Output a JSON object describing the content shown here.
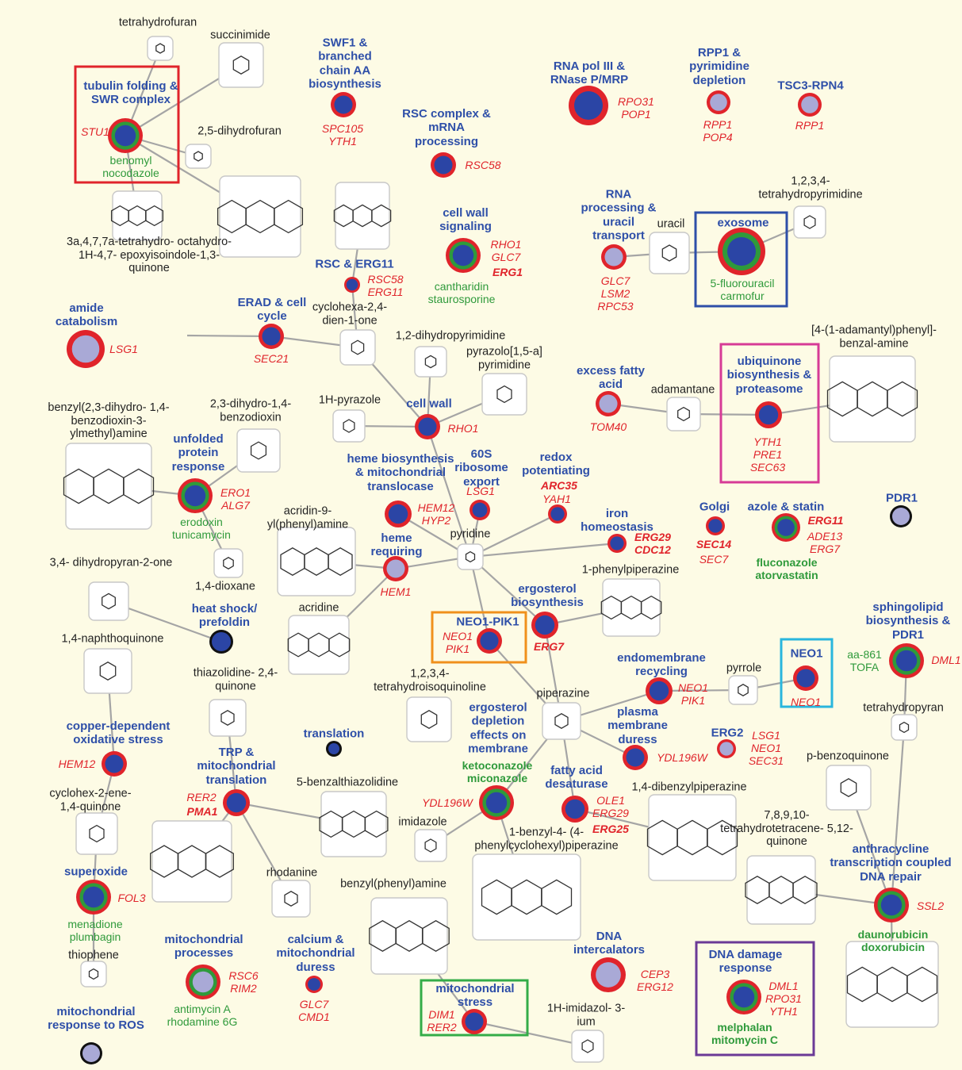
{
  "texts": {
    "p_tubulin": "tubulin folding & SWR complex",
    "p_swf1": "SWF1 & branched chain AA biosynthesis",
    "p_rnapol": "RNA pol III & RNase P/MRP",
    "p_rpp1": "RPP1 & pyrimidine depletion",
    "p_tsc3": "TSC3-RPN4",
    "p_rsc": "RSC complex & mRNA processing",
    "p_cellwallsig": "cell wall signaling",
    "p_rnaproc": "RNA processing & uracil transport",
    "p_exosome": "exosome",
    "p_amide": "amide catabolism",
    "p_erad": "ERAD & cell cycle",
    "p_rscerg": "RSC & ERG11",
    "p_ubiq": "ubiquinone biosynthesis & proteasome",
    "p_excess": "excess fatty acid",
    "p_cellwall": "cell wall",
    "p_unfolded": "unfolded protein response",
    "p_heme": "heme biosynthesis & mitochondrial translocase",
    "p_60s": "60S ribosome export",
    "p_redox": "redox potentiating",
    "p_iron": "iron homeostasis",
    "p_golgi": "Golgi",
    "p_azole": "azole & statin",
    "p_pdr1": "PDR1",
    "p_hemereq": "heme requiring",
    "p_heatshock": "heat shock/ prefoldin",
    "p_neopik": "NEO1-PIK1",
    "p_ergbio": "ergosterol biosynthesis",
    "p_sphingo": "sphingolipid biosynthesis & PDR1",
    "p_endo": "endomembrane recycling",
    "p_neo1": "NEO1",
    "p_copper": "copper-dependent oxidative stress",
    "p_translation": "translation",
    "p_ergdep": "ergosterol depletion effects on membrane",
    "p_plasma": "plasma membrane duress",
    "p_erg2": "ERG2",
    "p_trp": "TRP & mitochondrial translation",
    "p_fatty": "fatty acid desaturase",
    "p_anthra": "anthracycline transcription coupled DNA repair",
    "p_superoxide": "superoxide",
    "p_mitoproc": "mitochondrial processes",
    "p_calcium": "calcium & mitochondrial duress",
    "p_dna": "DNA intercalators",
    "p_dnadamage": "DNA damage response",
    "p_mitostress": "mitochondrial stress",
    "p_mitoros": "mitochondrial response to ROS",
    "c_thf": "tetrahydrofuran",
    "c_succ": "succinimide",
    "c_dhf": "2,5-dihydrofuran",
    "c_epoxy": "3a,4,7,7a-tetrahydro- octahydro-1H-4,7- epoxyisoindole-1,3-quinone",
    "c_uracil": "uracil",
    "c_thp": "1,2,3,4- tetrahydropyrimidine",
    "c_cyclohexa": "cyclohexa-2,4- dien-1-one",
    "c_dhpyrimidine": "1,2-dihydropyrimidine",
    "c_pyrazolo": "pyrazolo[1,5-a] pyrimidine",
    "c_adamantylphenyl": "[4-(1-adamantyl)phenyl]- benzal-amine",
    "c_adamantane": "adamantane",
    "c_benzyldioxin": "benzyl(2,3-dihydro- 1,4-benzodioxin-3- ylmethyl)amine",
    "c_dihydrobenzodioxin": "2,3-dihydro-1,4- benzodioxin",
    "c_pyrazole": "1H-pyrazole",
    "c_acridinyl": "acridin-9- yl(phenyl)amine",
    "c_pyridine": "pyridine",
    "c_dihydropyranone": "3,4- dihydropyran-2-one",
    "c_dioxane": "1,4-dioxane",
    "c_phenylpiperazine": "1-phenylpiperazine",
    "c_acridine": "acridine",
    "c_naphtho": "1,4-naphthoquinone",
    "c_thiazolidine": "thiazolidine- 2,4-quinone",
    "c_thiq": "1,2,3,4- tetrahydroisoquinoline",
    "c_piperazine": "piperazine",
    "c_pyrrole": "pyrrole",
    "c_tetrahydropyran": "tetrahydropyran",
    "c_cyclohexene": "cyclohex-2-ene- 1,4-quinone",
    "c_benzalthia": "5-benzalthiazolidine",
    "c_pbenzo": "p-benzoquinone",
    "c_dibenzylpip": "1,4-dibenzylpiperazine",
    "c_imidazole": "imidazole",
    "c_benzylcyclohexyl": "1-benzyl-4- (4-phenylcyclohexyl)piperazine",
    "c_tetracene": "7,8,9,10- tetrahydrotetracene- 5,12-quinone",
    "c_rhodanine": "rhodanine",
    "c_benzylphenyl": "benzyl(phenyl)amine",
    "c_thiophene": "thiophene",
    "c_imidazolium": "1H-imidazol- 3-ium"
  },
  "genes": {
    "g_stu1": "STU1",
    "g_swf1": "SPC105 YTH1",
    "g_rnapol": "RPO31 POP1",
    "g_rpp1": "RPP1 POP4",
    "g_tsc3": "RPP1",
    "g_rsc": "RSC58",
    "g_cellwallsig": "RHO1 GLC7",
    "g_cellwallsig_b": "ERG1",
    "g_rnaproc": "GLC7 LSM2 RPC53",
    "g_amide": "LSG1",
    "g_erad": "SEC21",
    "g_rscerg": "RSC58 ERG11",
    "g_ubiq": "YTH1 PRE1 SEC63",
    "g_excess": "TOM40",
    "g_cellwall": "RHO1",
    "g_unfolded": "ERO1 ALG7",
    "g_heme": "HEM12 HYP2",
    "g_60s": "LSG1",
    "g_redox_b": "ARC35",
    "g_redox": "YAH1",
    "g_iron_b": "ERG29 CDC12",
    "g_golgi_b": "SEC14",
    "g_golgi": "SEC7",
    "g_azole_b": "ERG11",
    "g_azole": "ADE13 ERG7",
    "g_hemereq": "HEM1",
    "g_neopik": "NEO1 PIK1",
    "g_ergbio_b": "ERG7",
    "g_sphingo": "DML1",
    "g_endo": "NEO1 PIK1",
    "g_neo1": "NEO1",
    "g_copper": "HEM12",
    "g_plasma": "YDL196W",
    "g_erg2": "LSG1 NEO1 SEC31",
    "g_trp": "RER2",
    "g_trp_b": "PMA1",
    "g_ergdep": "YDL196W",
    "g_fatty": "OLE1 ERG29",
    "g_fatty_b": "ERG25",
    "g_anthra": "SSL2",
    "g_superoxide": "FOL3",
    "g_mitoproc": "RSC6 RIM2",
    "g_calcium": "GLC7 CMD1",
    "g_dna": "CEP3 ERG12",
    "g_dnadamage": "DML1 RPO31 YTH1",
    "g_mitostress": "DIM1 RER2"
  },
  "drugs": {
    "d_tubulin": "benomyl nocodazole",
    "d_cellwallsig": "cantharidin staurosporine",
    "d_exosome": "5-fluorouracil carmofur",
    "d_unfolded": "erodoxin tunicamycin",
    "d_azole": "fluconazole atorvastatin",
    "d_sphingo": "aa-861 TOFA",
    "d_ergdep": "ketoconazole miconazole",
    "d_anthra": "daunorubicin doxorubicin",
    "d_superoxide": "menadione plumbagin",
    "d_mitoproc": "antimycin A rhodamine 6G",
    "d_dnadamage": "melphalan mitomycin C"
  },
  "colors": {
    "background": "#fdfbe5",
    "process_blue": "#2e4fa8",
    "gene_red": "#e0242b",
    "drug_green": "#2f9a3b",
    "node_core": "#2b45a5",
    "node_light": "#a9a9d6",
    "edge": "#a5a5a5",
    "box_red": "#e0242b",
    "box_blue": "#2e4fa8",
    "box_magenta": "#d63b96",
    "box_orange": "#f0901c",
    "box_cyan": "#29b6dd",
    "box_green": "#34ac48",
    "box_purple": "#6b3a96"
  }
}
